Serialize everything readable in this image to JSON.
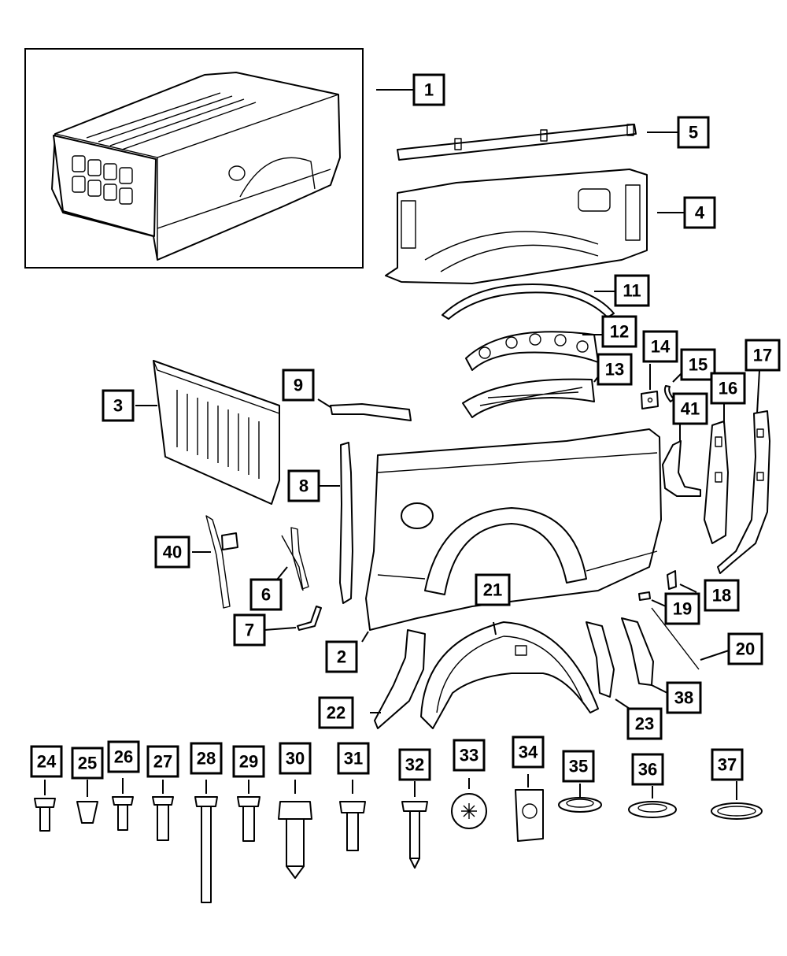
{
  "callouts": [
    {
      "id": "1",
      "label": "1"
    },
    {
      "id": "2",
      "label": "2"
    },
    {
      "id": "3",
      "label": "3"
    },
    {
      "id": "4",
      "label": "4"
    },
    {
      "id": "5",
      "label": "5"
    },
    {
      "id": "6",
      "label": "6"
    },
    {
      "id": "7",
      "label": "7"
    },
    {
      "id": "8",
      "label": "8"
    },
    {
      "id": "9",
      "label": "9"
    },
    {
      "id": "11",
      "label": "11"
    },
    {
      "id": "12",
      "label": "12"
    },
    {
      "id": "13",
      "label": "13"
    },
    {
      "id": "14",
      "label": "14"
    },
    {
      "id": "15",
      "label": "15"
    },
    {
      "id": "16",
      "label": "16"
    },
    {
      "id": "17",
      "label": "17"
    },
    {
      "id": "18",
      "label": "18"
    },
    {
      "id": "19",
      "label": "19"
    },
    {
      "id": "20",
      "label": "20"
    },
    {
      "id": "21",
      "label": "21"
    },
    {
      "id": "22",
      "label": "22"
    },
    {
      "id": "23",
      "label": "23"
    },
    {
      "id": "24",
      "label": "24"
    },
    {
      "id": "25",
      "label": "25"
    },
    {
      "id": "26",
      "label": "26"
    },
    {
      "id": "27",
      "label": "27"
    },
    {
      "id": "28",
      "label": "28"
    },
    {
      "id": "29",
      "label": "29"
    },
    {
      "id": "30",
      "label": "30"
    },
    {
      "id": "31",
      "label": "31"
    },
    {
      "id": "32",
      "label": "32"
    },
    {
      "id": "33",
      "label": "33"
    },
    {
      "id": "34",
      "label": "34"
    },
    {
      "id": "35",
      "label": "35"
    },
    {
      "id": "36",
      "label": "36"
    },
    {
      "id": "37",
      "label": "37"
    },
    {
      "id": "38",
      "label": "38"
    },
    {
      "id": "40",
      "label": "40"
    },
    {
      "id": "41",
      "label": "41"
    }
  ]
}
